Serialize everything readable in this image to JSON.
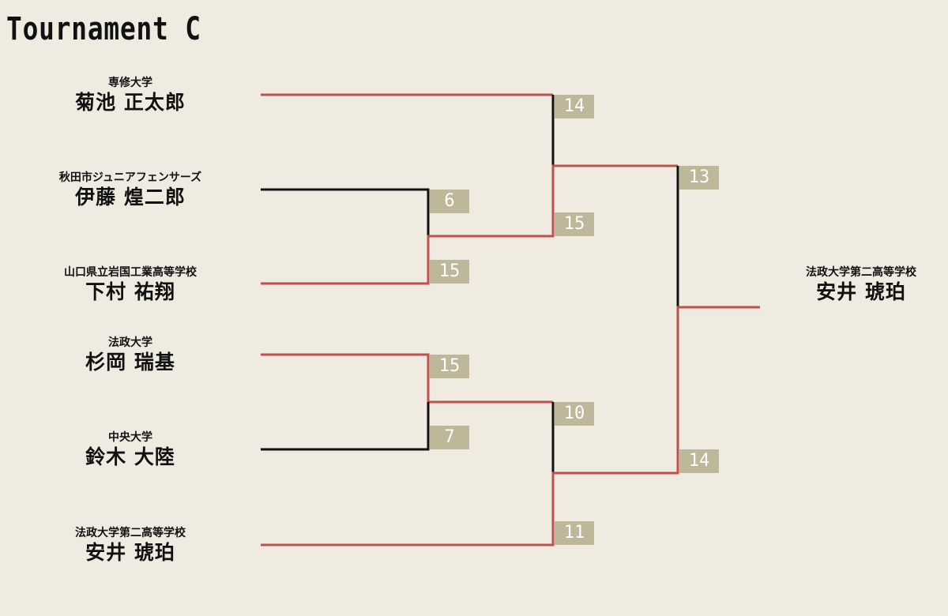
{
  "title": "Tournament C",
  "colors": {
    "background": "#efebe1",
    "win_line": "#c0504d",
    "lose_line": "#111111",
    "score_box": "#bfb79a"
  },
  "players": [
    {
      "team": "専修大学",
      "name": "菊池 正太郎"
    },
    {
      "team": "秋田市ジュニアフェンサーズ",
      "name": "伊藤 煌二郎"
    },
    {
      "team": "山口県立岩国工業高等学校",
      "name": "下村 祐翔"
    },
    {
      "team": "法政大学",
      "name": "杉岡 瑞基"
    },
    {
      "team": "中央大学",
      "name": "鈴木 大陸"
    },
    {
      "team": "法政大学第二高等学校",
      "name": "安井 琥珀"
    }
  ],
  "champion": {
    "team": "法政大学第二高等学校",
    "name": "安井 琥珀"
  },
  "scores": {
    "r1_top_ito": "6",
    "r1_top_shimomura": "15",
    "r1_bot_sugioka": "15",
    "r1_bot_suzuki": "7",
    "r2_top_kikuchi": "14",
    "r2_top_shimomura": "15",
    "r2_bot_sugioka": "10",
    "r2_bot_yasui": "11",
    "final_shimomura": "13",
    "final_yasui": "14"
  }
}
